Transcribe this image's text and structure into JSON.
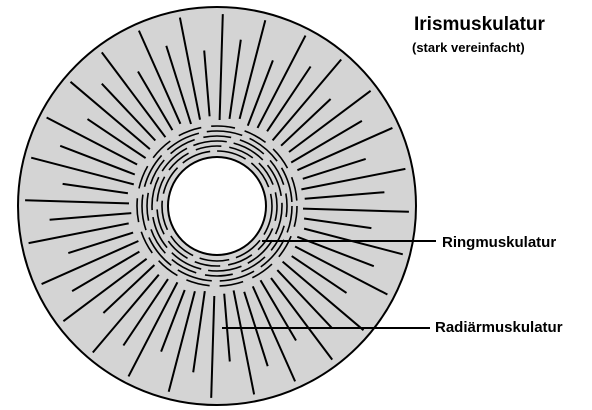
{
  "title": "Irismuskulatur",
  "subtitle": "(stark vereinfacht)",
  "labels": {
    "ring": "Ringmuskulatur",
    "radial": "Radiärmuskulatur"
  },
  "colors": {
    "iris_fill": "#d4d4d4",
    "outline": "#000000",
    "pupil": "#ffffff",
    "background": "#ffffff"
  }
}
